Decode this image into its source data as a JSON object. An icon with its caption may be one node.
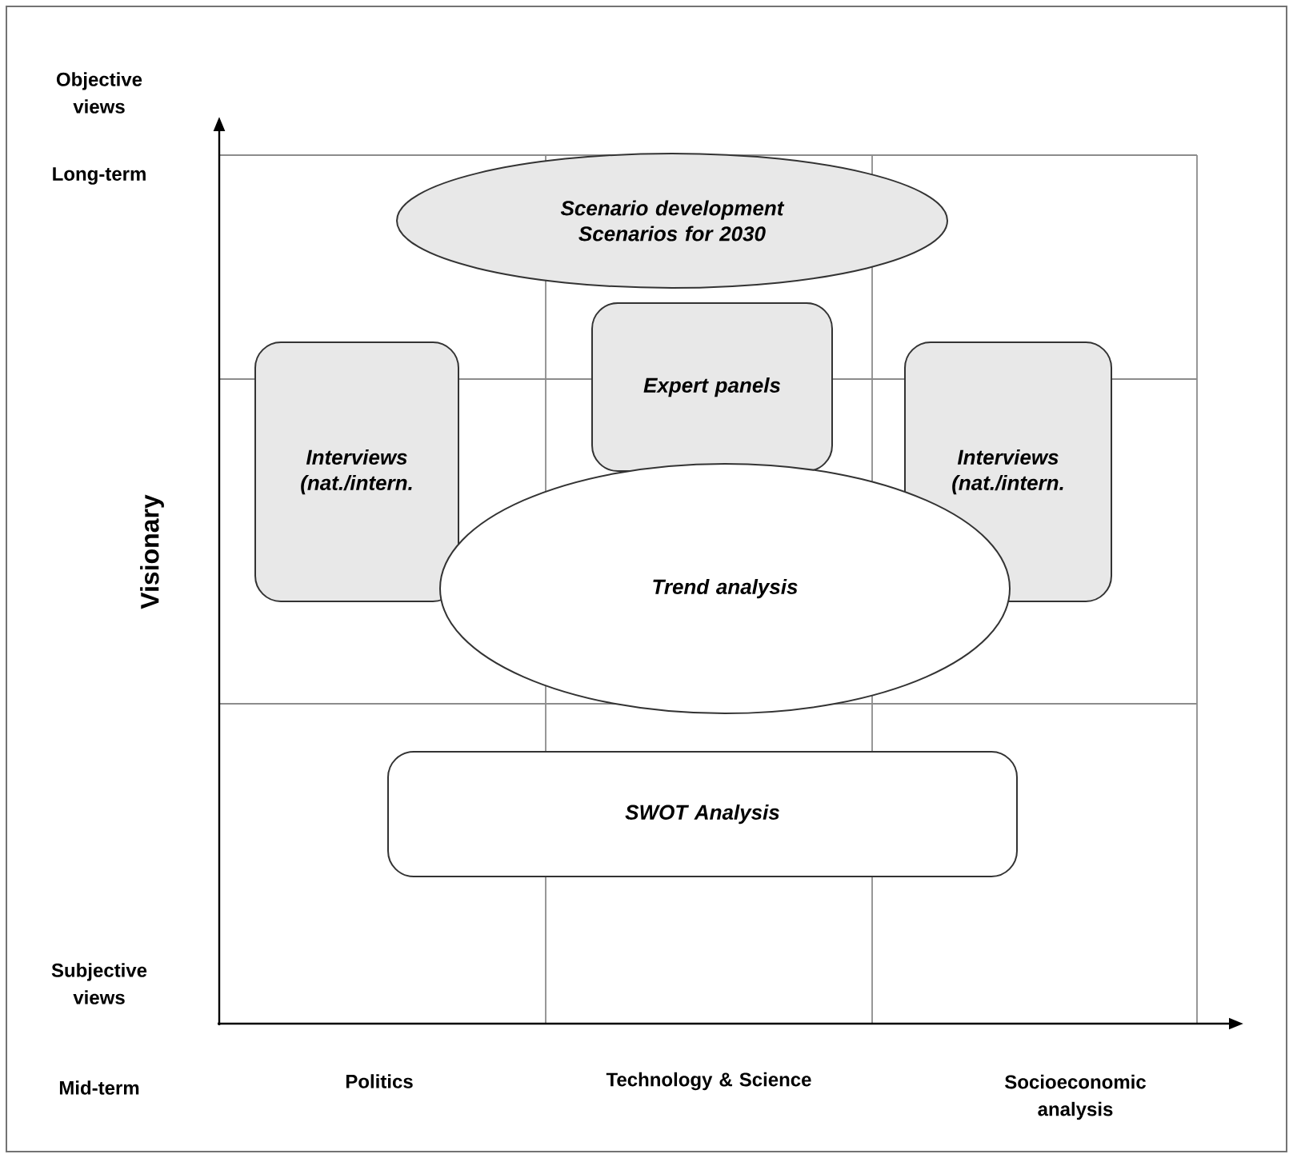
{
  "diagram": {
    "nodes": [
      {
        "text": [
          "Scenario development Scenarios for 2030"
        ]
      },
      {
        "text": [
          "Expert panels"
        ]
      },
      {
        "text": [
          "Interviews (nat./intern."
        ]
      },
      {
        "text": [
          "Interviews (nat./intern."
        ]
      },
      {
        "text": [
          "Trend analysis"
        ]
      },
      {
        "text": [
          "SWOT Analysis"
        ]
      }
    ],
    "labels": [
      "Objective views",
      "Long-term",
      "Visionary",
      "Subjective views",
      "Mid-term",
      "Politics",
      "Technology & Science",
      "Socioeconomic analysis"
    ]
  }
}
